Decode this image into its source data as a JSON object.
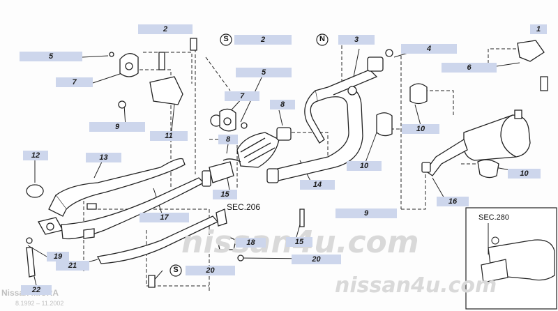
{
  "labels": {
    "l1": "1",
    "l2a": "2",
    "l2b": "2",
    "l4": "4",
    "l3": "3",
    "l5a": "5",
    "l5b": "5",
    "l6": "6",
    "l7a": "7",
    "l7b": "7",
    "l8a": "8",
    "l8b": "8",
    "l9a": "9",
    "l9b": "9",
    "l10a": "10",
    "l10b": "10",
    "l10c": "10",
    "l11": "11",
    "l12": "12",
    "l13": "13",
    "l14": "14",
    "l15a": "15",
    "l15b": "15",
    "l16": "16",
    "l17": "17",
    "l18": "18",
    "l19": "19",
    "l20a": "20",
    "l20b": "20",
    "l21": "21",
    "l22": "22"
  },
  "markers": {
    "s": "S",
    "n": "N"
  },
  "refs": {
    "sec206": "SEC.206",
    "sec280": "SEC.280"
  },
  "watermark": {
    "text": "nissan4u.com"
  },
  "model": {
    "name": "Nissan MICRA",
    "period": "8.1992 – 11.2002"
  },
  "colors": {
    "label_bg": "#cdd6ec",
    "line": "#222222"
  }
}
